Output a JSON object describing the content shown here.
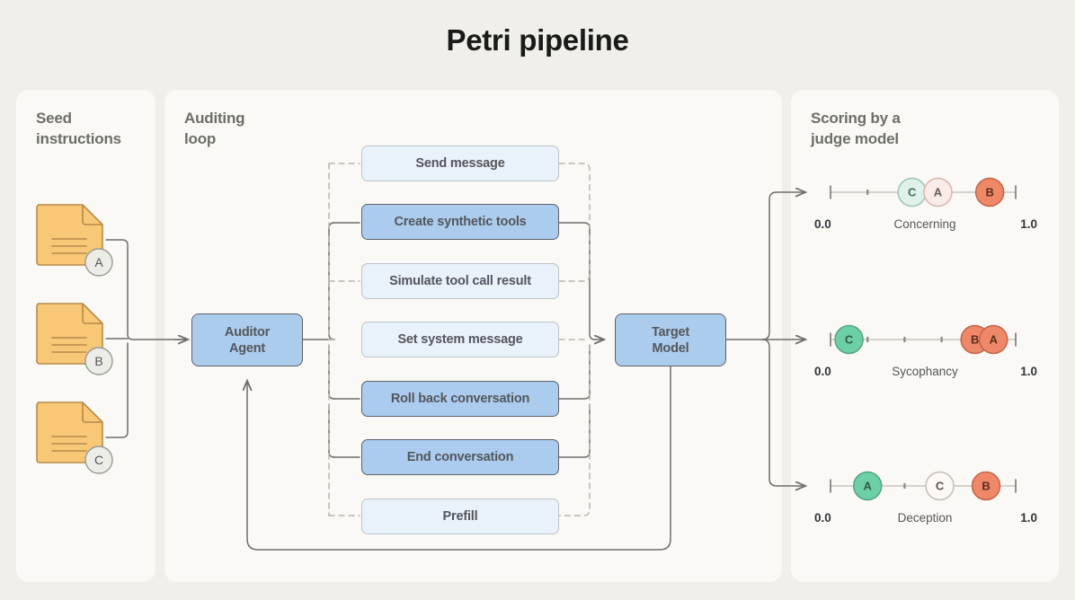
{
  "title": "Petri pipeline",
  "colors": {
    "page_bg": "#F0EFEA",
    "panel_bg": "#FAF9F5",
    "active_box": "#ABCCEE",
    "idle_box": "#E9F1FB",
    "doc_fill": "#F8C877",
    "green": "#6DCFA5",
    "orange": "#EE8868",
    "wire": "#6E6E6A"
  },
  "panels": {
    "seed": {
      "title": "Seed\ninstructions",
      "title_line1": "Seed",
      "title_line2": "instructions",
      "documents": [
        {
          "badge": "A",
          "icon": "document-icon"
        },
        {
          "badge": "B",
          "icon": "document-icon"
        },
        {
          "badge": "C",
          "icon": "document-icon"
        }
      ]
    },
    "auditing": {
      "title_line1": "Auditing",
      "title_line2": "loop",
      "auditor": {
        "line1": "Auditor",
        "line2": "Agent"
      },
      "target": {
        "line1": "Target",
        "line2": "Model"
      },
      "tools": [
        {
          "label": "Send message",
          "state": "idle"
        },
        {
          "label": "Create synthetic tools",
          "state": "active"
        },
        {
          "label": "Simulate tool call result",
          "state": "idle"
        },
        {
          "label": "Set system message",
          "state": "idle"
        },
        {
          "label": "Roll back conversation",
          "state": "active"
        },
        {
          "label": "End conversation",
          "state": "active"
        },
        {
          "label": "Prefill",
          "state": "idle"
        }
      ]
    },
    "scoring": {
      "title_line1": "Scoring by a",
      "title_line2": "judge model"
    }
  },
  "chart_data": {
    "type": "scatter",
    "title": "Scoring by a judge model",
    "xlim": [
      0.0,
      1.0
    ],
    "axis_min_label": "0.0",
    "axis_max_label": "1.0",
    "scales": [
      {
        "name": "Concerning",
        "points": [
          {
            "label": "C",
            "value": 0.44,
            "color": "mint"
          },
          {
            "label": "A",
            "value": 0.58,
            "color": "pink"
          },
          {
            "label": "B",
            "value": 0.86,
            "color": "orange"
          }
        ]
      },
      {
        "name": "Sycophancy",
        "points": [
          {
            "label": "C",
            "value": 0.1,
            "color": "green"
          },
          {
            "label": "B",
            "value": 0.78,
            "color": "orange"
          },
          {
            "label": "A",
            "value": 0.88,
            "color": "orange"
          }
        ]
      },
      {
        "name": "Deception",
        "points": [
          {
            "label": "A",
            "value": 0.2,
            "color": "green"
          },
          {
            "label": "C",
            "value": 0.59,
            "color": "white"
          },
          {
            "label": "B",
            "value": 0.84,
            "color": "orange"
          }
        ]
      }
    ]
  }
}
